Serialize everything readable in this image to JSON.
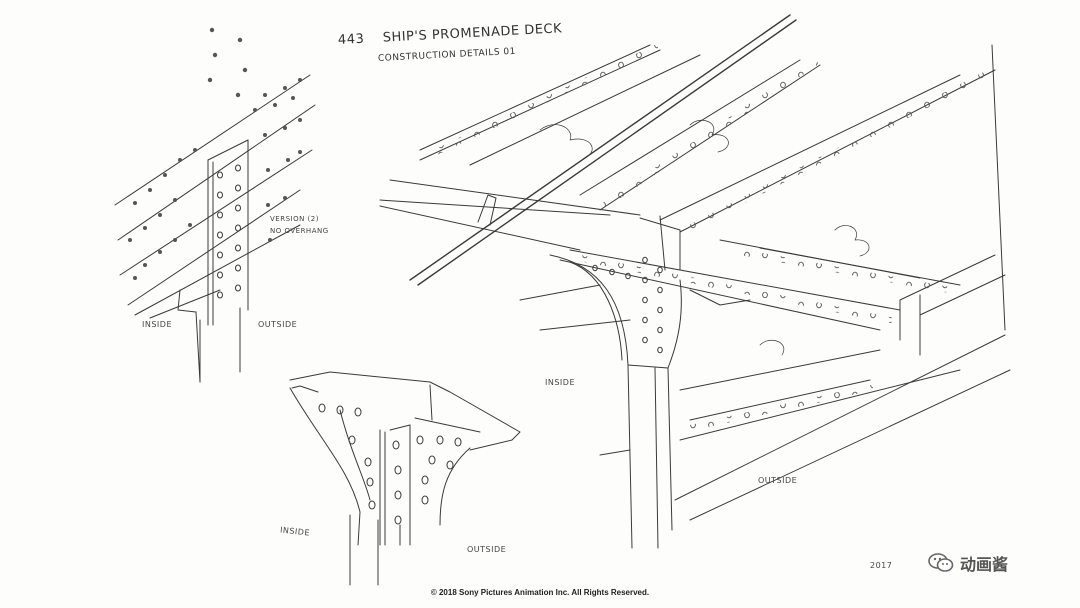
{
  "sheet": {
    "number": "443",
    "title": "SHIP'S PROMENADE DECK",
    "subtitle": "CONSTRUCTION DETAILS 01",
    "note_line1": "VERSION (2)",
    "note_line2": "NO OVERHANG",
    "labels": {
      "left_inside": "INSIDE",
      "left_outside": "OUTSIDE",
      "mid_inside": "INSIDE",
      "mid_outside": "OUTSIDE",
      "right_inside": "INSIDE",
      "right_outside": "OUTSIDE"
    },
    "date": "2017",
    "copyright": "© 2018 Sony Pictures Animation Inc. All Rights Reserved."
  },
  "watermark": {
    "icon": "wechat-icon",
    "text": "动画酱"
  }
}
